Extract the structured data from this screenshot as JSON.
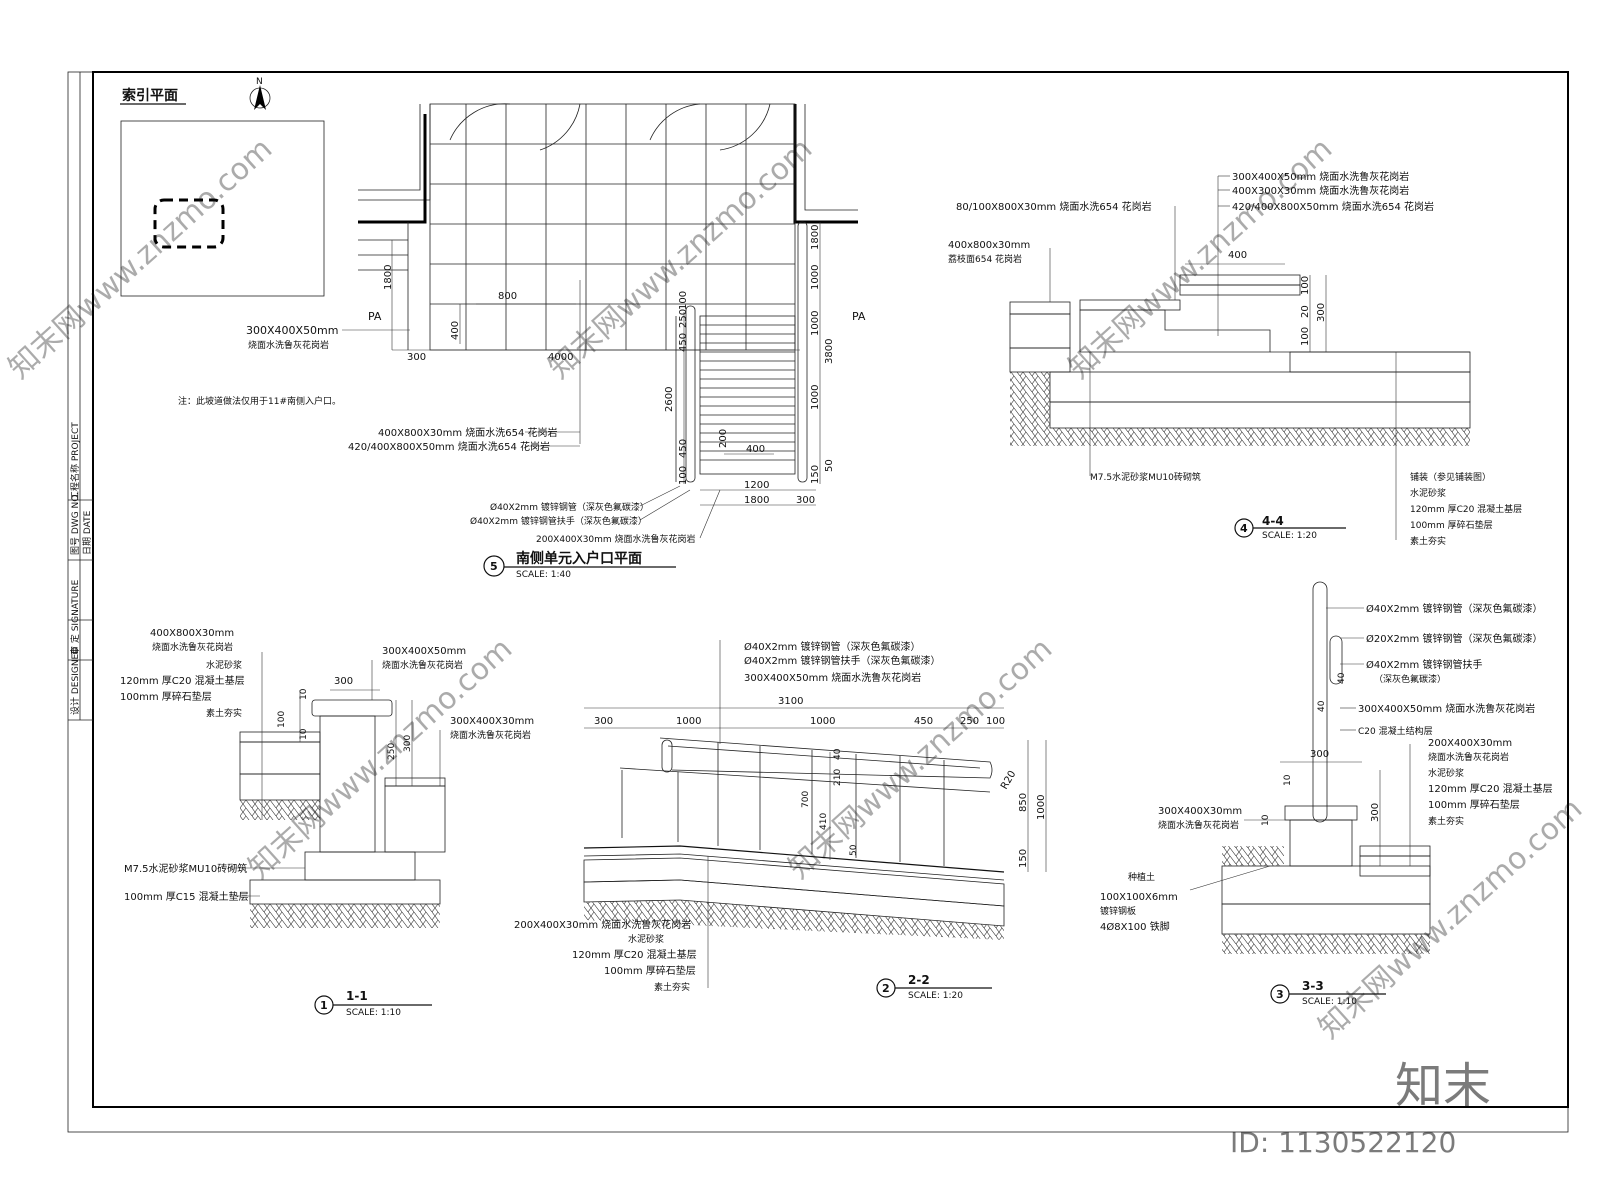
{
  "index_plan": {
    "title": "索引平面",
    "north_label": "N"
  },
  "title_block": {
    "labels": [
      "工程名称 PROJECT",
      "图号 DWG NO.",
      "日期 DATE",
      "审 定 SIGNATURE",
      "设计 DESIGNED"
    ]
  },
  "plan5": {
    "number": "5",
    "title": "南侧单元入户口平面",
    "scale": "SCALE:   1:40",
    "pa_left": "PA",
    "pa_right": "PA",
    "dims": [
      "1800",
      "800",
      "400",
      "300",
      "4000",
      "2600",
      "450",
      "250",
      "100",
      "450",
      "100",
      "1200",
      "1800",
      "300",
      "200",
      "400",
      "1800",
      "1000",
      "1000",
      "3800",
      "1000",
      "50",
      "150"
    ],
    "note": "注：此坡道做法仅用于11#南侧入户口。",
    "labels": {
      "paving_top": "300X400X50mm",
      "paving_top_sub": "烧面水洗鲁灰花岗岩",
      "granite_1": "400X800X30mm 烧面水洗654 花岗岩",
      "granite_2": "420/400X800X50mm 烧面水洗654 花岗岩",
      "pipe_1": "Ø40X2mm 镀锌钢管（深灰色氟碳漆）",
      "pipe_2": "Ø40X2mm 镀锌钢管扶手（深灰色氟碳漆）",
      "ramp_paving": "200X400X30mm 烧面水洗鲁灰花岗岩"
    }
  },
  "sec44": {
    "number": "4",
    "title": "4-4",
    "scale": "SCALE:   1:20",
    "labels_top": [
      "300X400X50mm 烧面水洗鲁灰花岗岩",
      "400X300X30mm 烧面水洗鲁灰花岗岩",
      "420/400X800X50mm 烧面水洗654 花岗岩"
    ],
    "label_left_1": "80/100X800X30mm 烧面水洗654 花岗岩",
    "label_left_2": "400x800x30mm",
    "label_left_3": "荔枝面654 花岗岩",
    "dims": [
      "400",
      "20",
      "100",
      "100",
      "300"
    ],
    "label_bottom_left": "M7.5水泥砂浆MU10砖砌筑",
    "labels_right": [
      "铺装（参见铺装图）",
      "水泥砂浆",
      "120mm 厚C20 混凝土基层",
      "100mm 厚碎石垫层",
      "素土夯实"
    ]
  },
  "sec11": {
    "number": "1",
    "title": "1-1",
    "scale": "SCALE:   1:10",
    "labels_left": [
      "400X800X30mm",
      "烧面水洗鲁灰花岗岩",
      "水泥砂浆",
      "120mm 厚C20 混凝土基层",
      "100mm 厚碎石垫层",
      "素土夯实"
    ],
    "label_top_right_1": "300X400X50mm",
    "label_top_right_2": "烧面水洗鲁灰花岗岩",
    "label_mid_right_1": "300X400X30mm",
    "label_mid_right_2": "烧面水洗鲁灰花岗岩",
    "label_bottom_1": "M7.5水泥砂浆MU10砖砌筑",
    "label_bottom_2": "100mm 厚C15 混凝土垫层",
    "dims": [
      "300",
      "10",
      "100",
      "10",
      "250",
      "300"
    ]
  },
  "sec22": {
    "number": "2",
    "title": "2-2",
    "scale": "SCALE:   1:20",
    "labels_top": [
      "Ø40X2mm 镀锌钢管（深灰色氟碳漆）",
      "Ø40X2mm 镀锌钢管扶手（深灰色氟碳漆）",
      "300X400X50mm 烧面水洗鲁灰花岗岩"
    ],
    "dims": [
      "3100",
      "300",
      "1000",
      "1000",
      "450",
      "250",
      "100",
      "700",
      "410",
      "210",
      "40",
      "R20",
      "850",
      "1000",
      "50",
      "150"
    ],
    "labels_bottom": [
      "200X400X30mm 烧面水洗鲁灰花岗岩",
      "水泥砂浆",
      "120mm 厚C20 混凝土基层",
      "100mm 厚碎石垫层",
      "素土夯实"
    ]
  },
  "sec33": {
    "number": "3",
    "title": "3-3",
    "scale": "SCALE:   1:10",
    "labels_right_top": [
      "Ø40X2mm 镀锌钢管（深灰色氟碳漆）",
      "Ø20X2mm 镀锌钢管（深灰色氟碳漆）",
      "Ø40X2mm 镀锌钢管扶手",
      "（深灰色氟碳漆）"
    ],
    "label_paving": "300X400X50mm 烧面水洗鲁灰花岗岩",
    "label_c20": "C20 混凝土结构层",
    "labels_right": [
      "200X400X30mm",
      "烧面水洗鲁灰花岗岩",
      "水泥砂浆",
      "120mm 厚C20 混凝土基层",
      "100mm 厚碎石垫层",
      "素土夯实"
    ],
    "labels_left": [
      "300X400X30mm",
      "烧面水洗鲁灰花岗岩",
      "种植土",
      "100X100X6mm",
      "镀锌钢板",
      "4Ø8X100 铁脚"
    ],
    "dims": [
      "40",
      "40",
      "300",
      "10",
      "10",
      "300"
    ]
  },
  "watermark": {
    "text": "知末网www.znzmo.com",
    "logo": "知末",
    "id": "ID: 1130522120"
  }
}
